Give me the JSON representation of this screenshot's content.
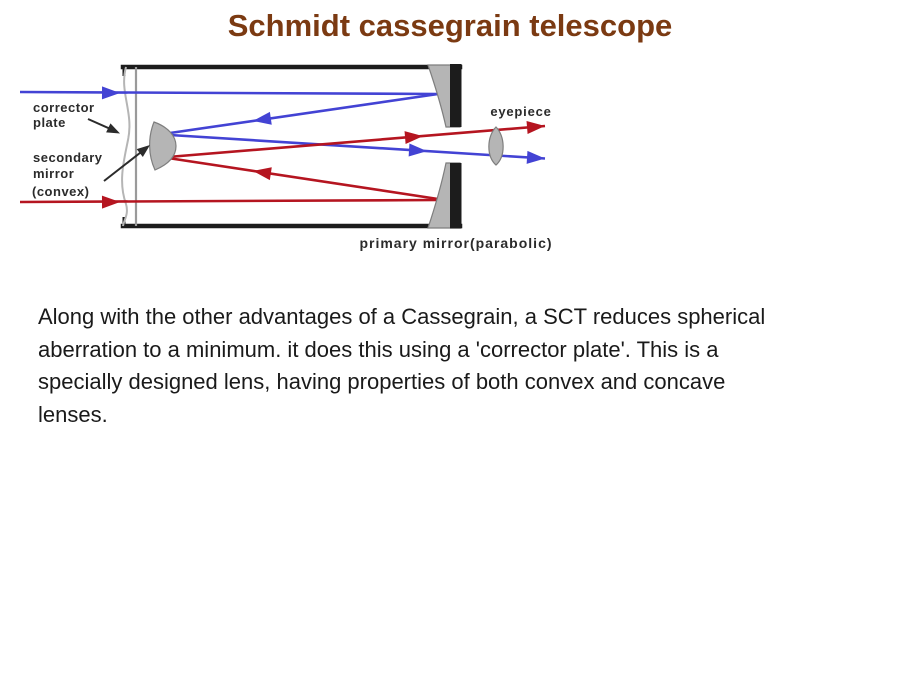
{
  "slide": {
    "title": "Schmidt cassegrain telescope"
  },
  "diagram": {
    "labels": {
      "corrector_line1": "corrector",
      "corrector_line2": "plate",
      "secondary_line1": "secondary",
      "secondary_line2": "mirror",
      "secondary_line3": "(convex)",
      "eyepiece": "eyepiece",
      "primary_mirror": "primary mirror(parabolic)"
    }
  },
  "body": {
    "lines": [
      "Along with the other advantages of a Cassegrain, a SCT reduces spherical",
      "aberration to a minimum. it does this using a 'corrector plate'. This is a",
      "specially designed lens, having properties of both convex and concave",
      "lenses."
    ]
  },
  "colors": {
    "background": "#ffffff",
    "title_text": "#7b3a12",
    "body_text": "#1a1a1a",
    "blue_ray": "#4343d4",
    "red_ray": "#b51520",
    "mirror_fill": "#b5b5b5",
    "mirror_stroke": "#7e7e7e",
    "tube_outline": "#1c1c1c",
    "label_text": "#2b2b2b",
    "corrector_line": "#b5b5b5"
  }
}
